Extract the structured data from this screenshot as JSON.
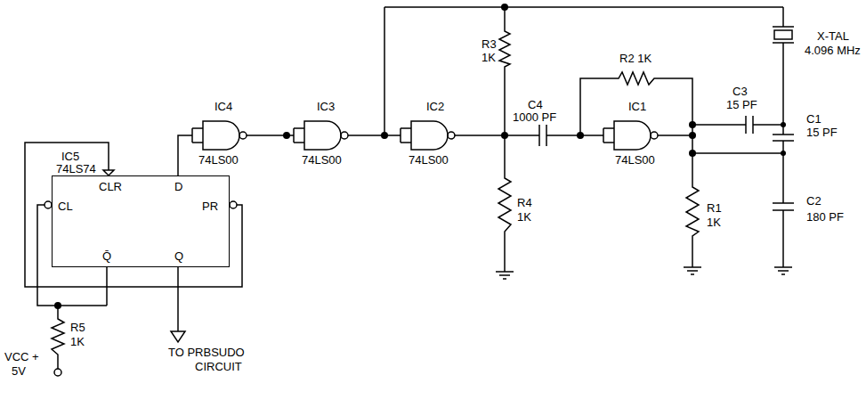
{
  "diagram": {
    "nodes": [
      {
        "text": [
          "IC5",
          "74LS74",
          "CLR",
          "D",
          "CL",
          "PR",
          "Q̄",
          "Q"
        ]
      }
    ],
    "labels": [
      "R3",
      "1K",
      "C4",
      "1000 PF",
      "R2 1K",
      "X-TAL",
      "4.096 MHz",
      "C3",
      "15 PF",
      "C1",
      "15 PF",
      "C2",
      "180 PF",
      "R1",
      "1K",
      "R4",
      "1K",
      "IC4",
      "74LS00",
      "IC3",
      "74LS00",
      "IC2",
      "74LS00",
      "IC1",
      "74LS00",
      "R5",
      "1K",
      "VCC +",
      "5V",
      "TO PRBSUDO",
      "CIRCUIT"
    ]
  }
}
